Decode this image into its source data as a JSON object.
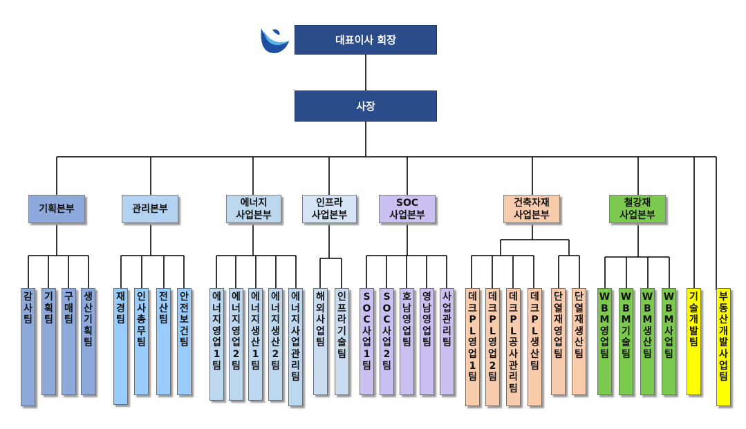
{
  "ceo": "대표이사 회장",
  "president": "사장",
  "divisions": [
    {
      "lines": [
        "기획본부"
      ],
      "color": "#8EA9DB"
    },
    {
      "lines": [
        "관리본부"
      ],
      "color": "#B4D3F2"
    },
    {
      "lines": [
        "에너지",
        "사업본부"
      ],
      "color": "#BDD7EE"
    },
    {
      "lines": [
        "인프라",
        "사업본부"
      ],
      "color": "#D6E4F7"
    },
    {
      "lines": [
        "SOC",
        "사업본부"
      ],
      "color": "#CCC0F2"
    },
    {
      "lines": [
        "건축자재",
        "사업본부"
      ],
      "color": "#F8CBAD"
    },
    {
      "lines": [
        "철강재",
        "사업본부"
      ],
      "color": "#7BC94F"
    }
  ],
  "teams": [
    {
      "name": "감사팀",
      "color": "#8EA9DB"
    },
    {
      "name": "기획팀",
      "color": "#8EA9DB"
    },
    {
      "name": "구매팀",
      "color": "#8EA9DB"
    },
    {
      "name": "생산기획팀",
      "color": "#8EA9DB"
    },
    {
      "name": "재경팀",
      "color": "#99CCFF"
    },
    {
      "name": "인사총무팀",
      "color": "#99CCFF"
    },
    {
      "name": "전산팀",
      "color": "#99CCFF"
    },
    {
      "name": "안전보건팀",
      "color": "#99CCFF"
    },
    {
      "name": "에너지영업1팀",
      "color": "#BDD7EE"
    },
    {
      "name": "에너지영업2팀",
      "color": "#BDD7EE"
    },
    {
      "name": "에너지생산1팀",
      "color": "#BDD7EE"
    },
    {
      "name": "에너지생산2팀",
      "color": "#BDD7EE"
    },
    {
      "name": "에너지사업관리팀",
      "color": "#BDD7EE"
    },
    {
      "name": "해외사업팀",
      "color": "#C9DCF0"
    },
    {
      "name": "인프라기술팀",
      "color": "#C9DCF0"
    },
    {
      "name": "SOC사업1팀",
      "color": "#CCC0F2"
    },
    {
      "name": "SOC사업2팀",
      "color": "#CCC0F2"
    },
    {
      "name": "호남영업팀",
      "color": "#CCC0F2"
    },
    {
      "name": "영남영업팀",
      "color": "#CCC0F2"
    },
    {
      "name": "사업관리팀",
      "color": "#CCC0F2"
    },
    {
      "name": "데크PL영업1팀",
      "color": "#F8CBAD"
    },
    {
      "name": "데크PL영업2팀",
      "color": "#F8CBAD"
    },
    {
      "name": "데크PL공사관리팀",
      "color": "#F8CBAD"
    },
    {
      "name": "데크PL생산팀",
      "color": "#F8CBAD"
    },
    {
      "name": "단열재영업팀",
      "color": "#F8CBAD"
    },
    {
      "name": "단열재생산팀",
      "color": "#F8CBAD"
    },
    {
      "name": "WBM영업팀",
      "color": "#7BC94F"
    },
    {
      "name": "WBM기술팀",
      "color": "#7BC94F"
    },
    {
      "name": "WBM생산팀",
      "color": "#7BC94F"
    },
    {
      "name": "WBM사업팀",
      "color": "#7BC94F"
    },
    {
      "name": "기술개발팀",
      "color": "#FFFF00"
    },
    {
      "name": "부동산개발사업팀",
      "color": "#FFFF00"
    }
  ],
  "logo_icon": "company-logo-icon"
}
